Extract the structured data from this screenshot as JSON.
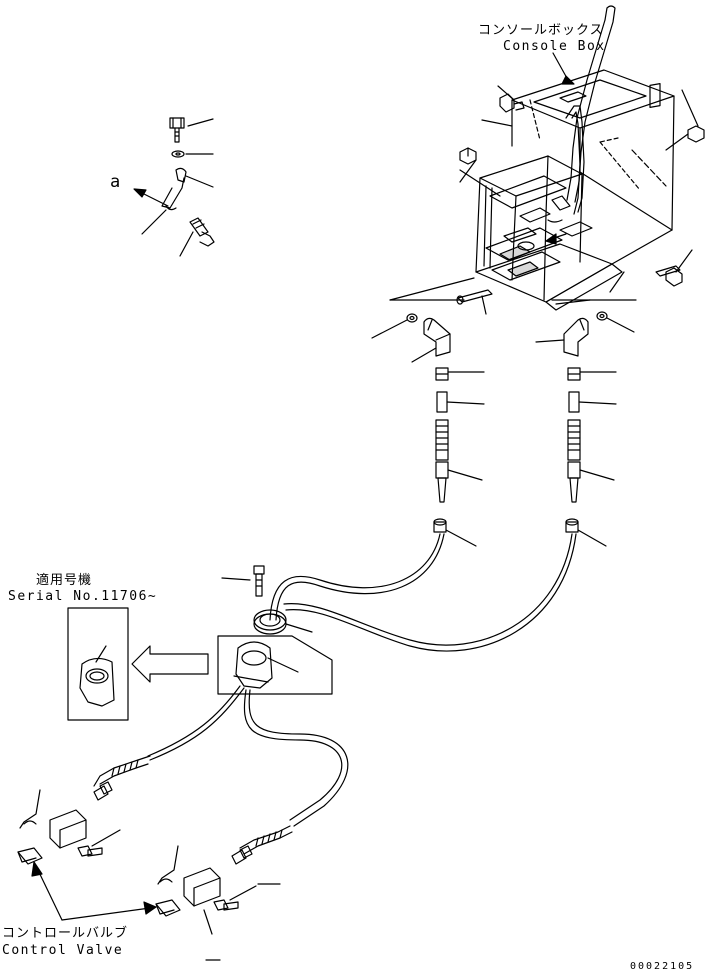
{
  "labels": {
    "console_box_ja": "コンソールボックス",
    "console_box_en": "Console Box",
    "serial_ja": "適用号機",
    "serial_en": "Serial No.11706~",
    "control_valve_ja": "コントロールバルブ",
    "control_valve_en": "Control Valve",
    "callout_a": "a",
    "drawing_number": "00022105"
  },
  "colors": {
    "line": "#000000",
    "background": "#ffffff"
  }
}
